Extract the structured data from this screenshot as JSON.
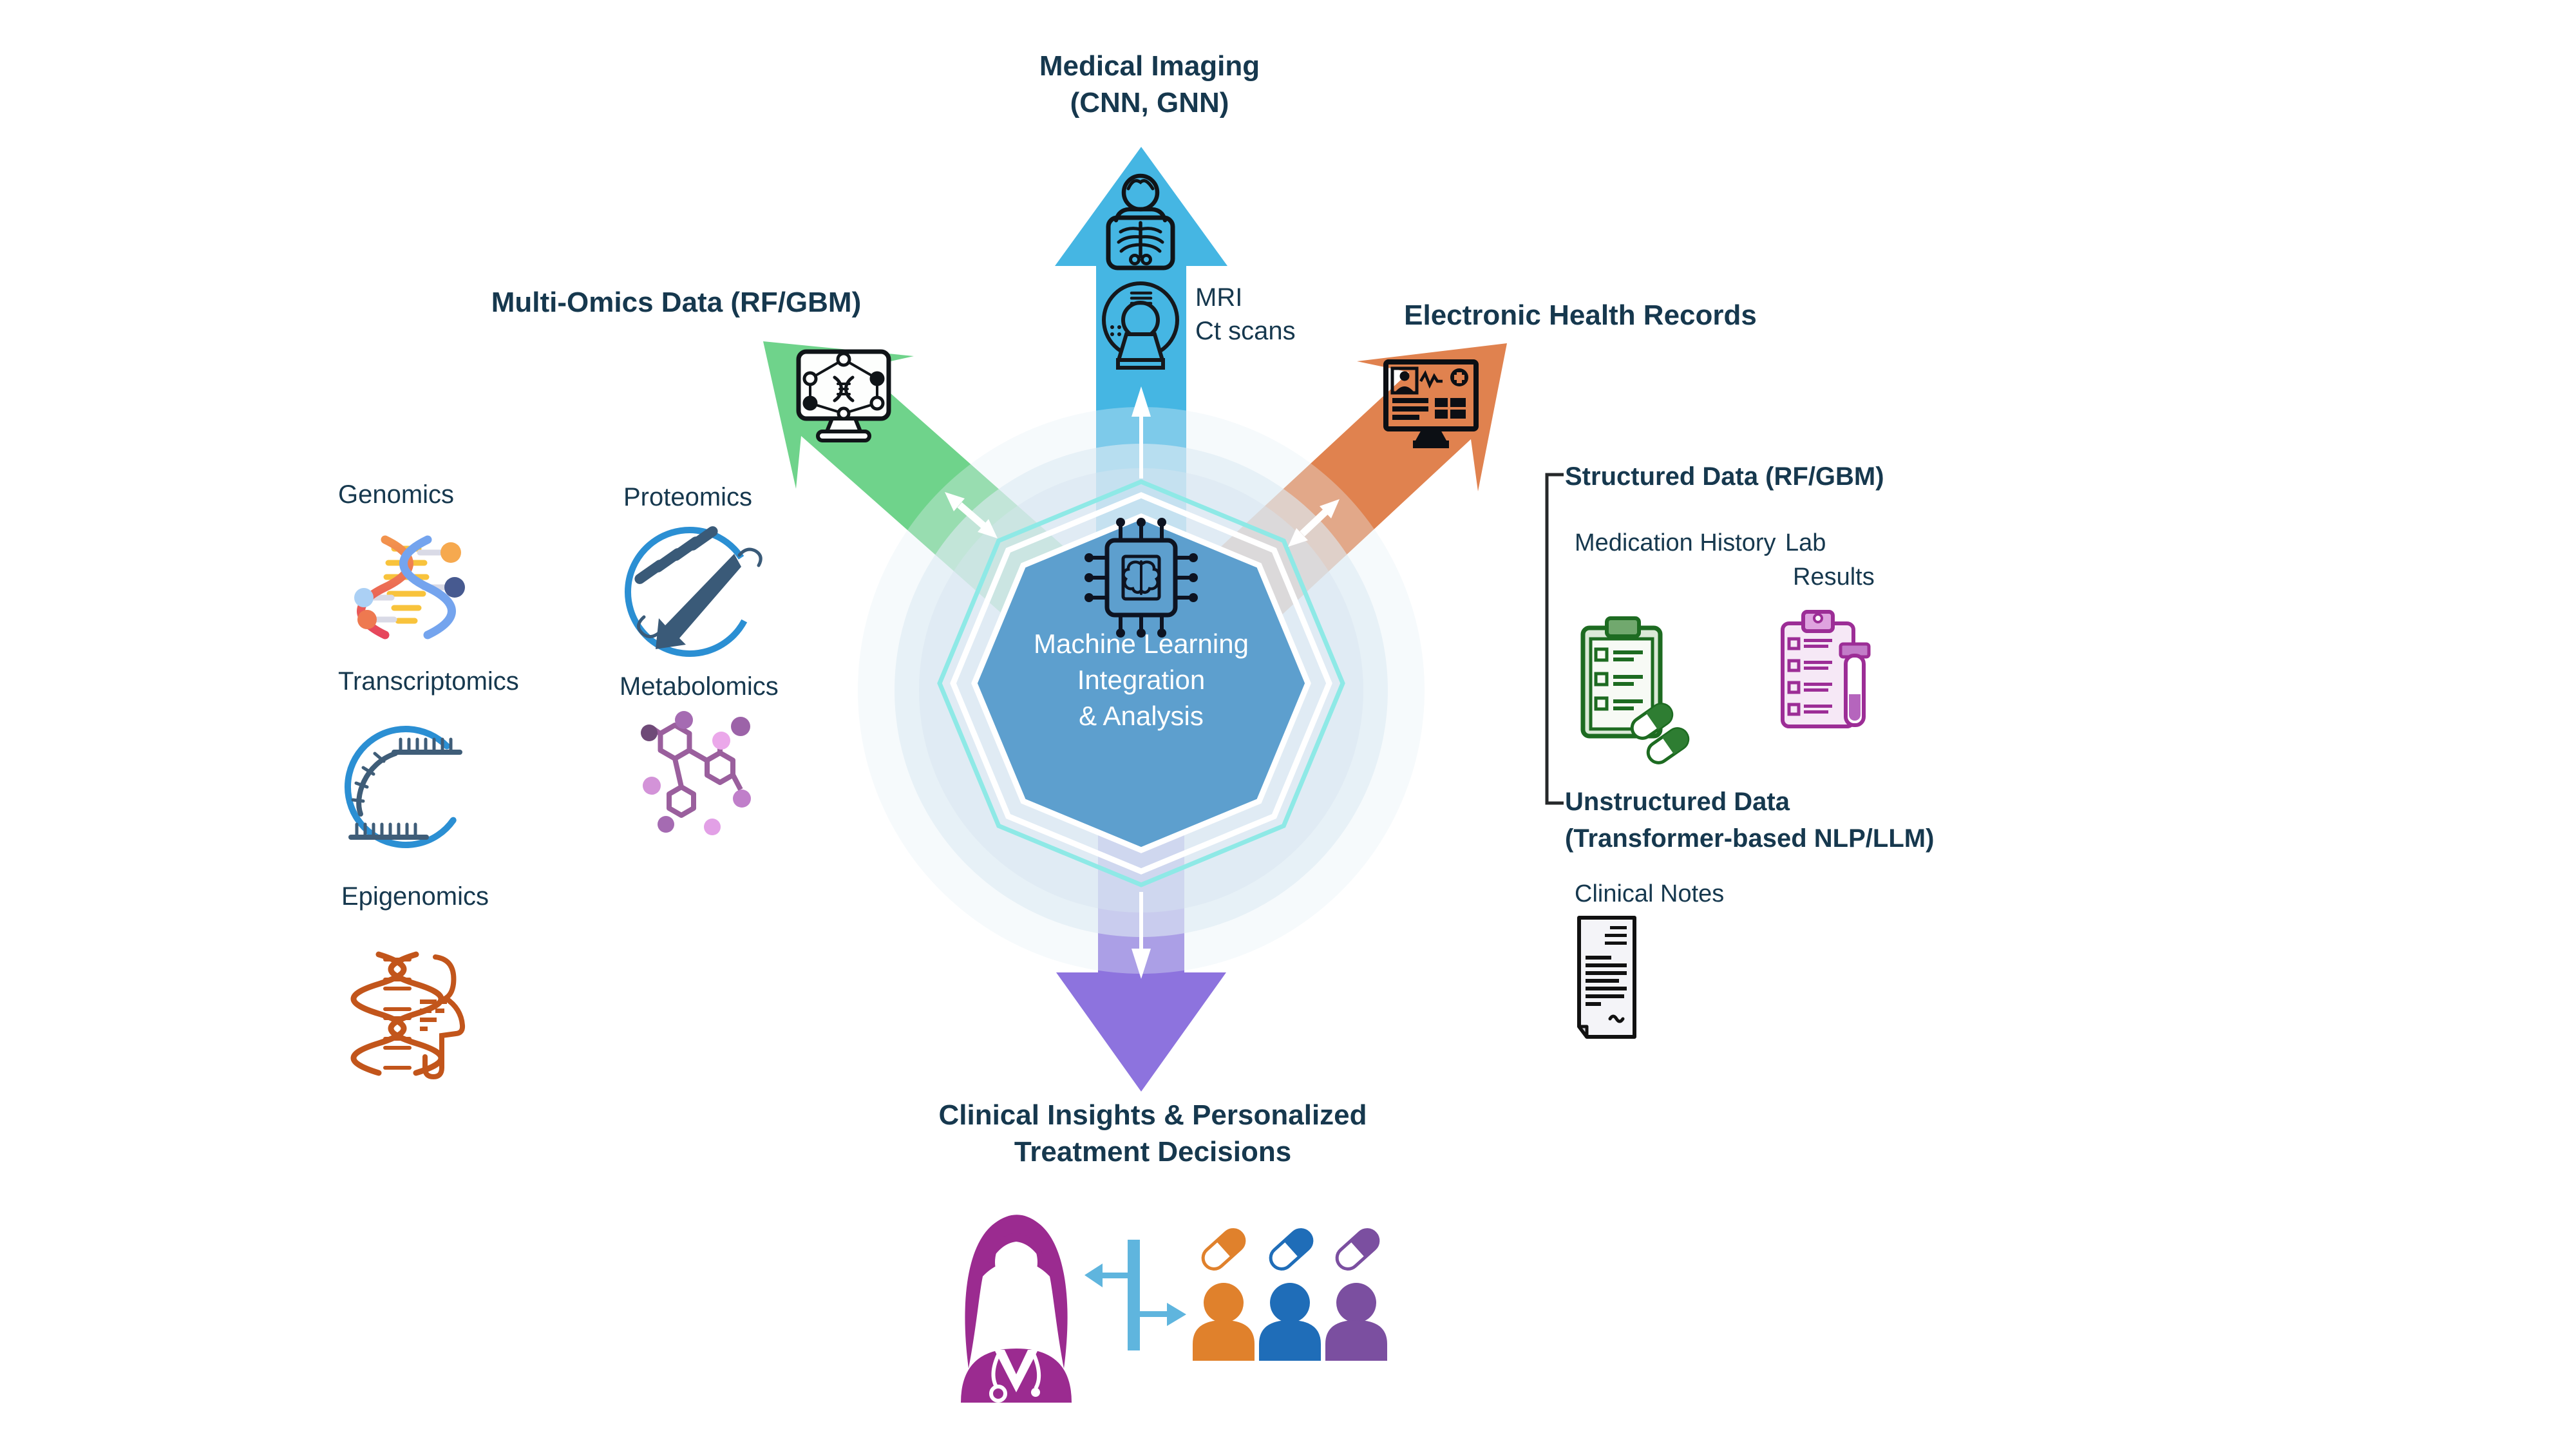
{
  "colors": {
    "heading_text": "#16384e",
    "arrow_blue": "#45b6e3",
    "arrow_green": "#6fd38b",
    "arrow_orange": "#e0824f",
    "arrow_purple": "#8d73de",
    "octagon_fill": "#5d9fce",
    "cyan_outline": "#8ee9e6",
    "halo_fill": "rgba(222,235,243,0.6)",
    "doctor_magenta": "#9b2b90",
    "person_orange": "#e0812c",
    "person_blue": "#1f6db8",
    "person_purple": "#7b4fa0",
    "connector_blue": "#5fb5de"
  },
  "top_branch": {
    "title_line1": "Medical Imaging",
    "title_line2": "(CNN, GNN)",
    "annotation_line1": "MRI",
    "annotation_line2": "Ct scans"
  },
  "left_branch": {
    "title": "Multi-Omics Data (RF/GBM)",
    "labels": {
      "genomics": "Genomics",
      "proteomics": "Proteomics",
      "transcriptomics": "Transcriptomics",
      "metabolomics": "Metabolomics",
      "epigenomics": "Epigenomics"
    }
  },
  "right_branch": {
    "title": "Electronic Health Records",
    "structured_title": "Structured Data (RF/GBM)",
    "medication_history": "Medication History",
    "lab_line1": "Lab",
    "lab_line2": "Results",
    "unstructured_title_line1": "Unstructured Data",
    "unstructured_title_line2": "(Transformer-based NLP/LLM)",
    "clinical_notes": "Clinical Notes"
  },
  "center_node": {
    "line1": "Machine Learning",
    "line2": "Integration",
    "line3": "& Analysis"
  },
  "bottom_branch": {
    "title_line1": "Clinical Insights & Personalized",
    "title_line2": "Treatment Decisions"
  }
}
